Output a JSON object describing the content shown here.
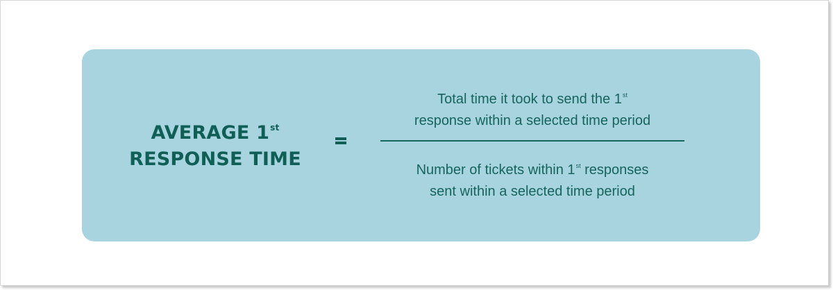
{
  "colors": {
    "card_background": "#a7d4df",
    "text": "#105f57",
    "page_background": "#ffffff",
    "frame_border": "#d6d6d6"
  },
  "formula": {
    "lhs": {
      "line1": "AVERAGE 1",
      "line1_sup": "st",
      "line2": "RESPONSE TIME"
    },
    "operator": "=",
    "numerator": {
      "line1": "Total time it took to send the 1",
      "line1_sup": "st",
      "line2": "response within a selected time period"
    },
    "denominator": {
      "line1_pre": "Number of tickets within 1",
      "line1_sup": "st",
      "line1_post": " responses",
      "line2": "sent within a selected time period"
    }
  }
}
